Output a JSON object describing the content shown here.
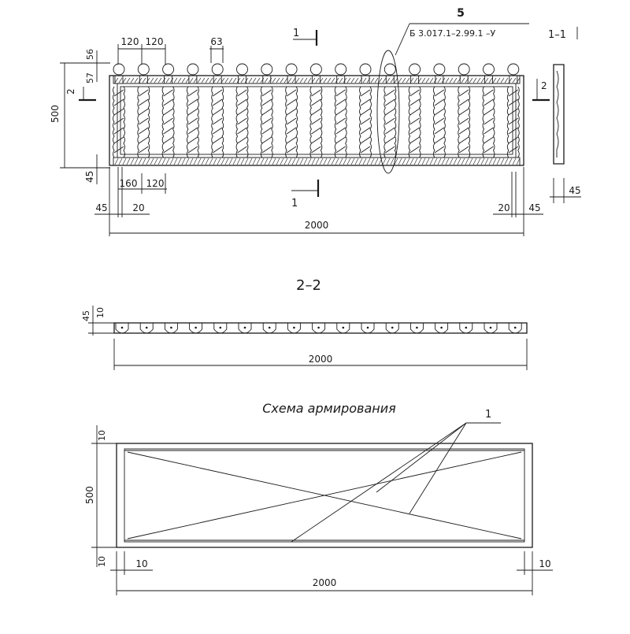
{
  "front_view": {
    "dims": {
      "post_spacing_a": "120",
      "post_spacing_b": "120",
      "post_width": "63",
      "top_56": "56",
      "top_57": "57",
      "height_500": "500",
      "bottom_45": "45",
      "left_160": "160",
      "left_120": "120",
      "left_45": "45",
      "left_20": "20",
      "right_20": "20",
      "right_45": "45",
      "section_thickness": "45",
      "total_length": "2000"
    },
    "section_marks": {
      "top_1": "1",
      "bottom_1": "1",
      "left_2": "2",
      "right_2": "2"
    },
    "callout": {
      "number": "5",
      "reference": "Б 3.017.1–2.99.1 –У"
    },
    "section_view_label": "1–1"
  },
  "section_2_2": {
    "title": "2–2",
    "dims": {
      "thickness_45": "45",
      "thickness_10": "10",
      "length": "2000"
    }
  },
  "reinforcement": {
    "title": "Схема армирования",
    "callout": "1",
    "dims": {
      "top_10": "10",
      "height_500": "500",
      "bottom_10": "10",
      "left_10": "10",
      "right_10": "10",
      "length": "2000"
    }
  }
}
